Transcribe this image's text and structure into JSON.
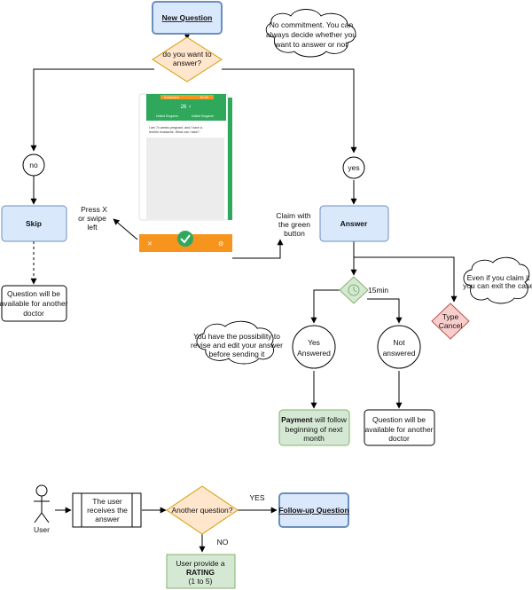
{
  "nodes": {
    "new_question": "New Question",
    "decision_answer": [
      "do you want to",
      "answer?"
    ],
    "cloud_commitment": [
      "No commitment. You can",
      "always decide whether you",
      "want to answer or not"
    ],
    "no_circle": "no",
    "yes_circle": "yes",
    "skip": "Skip",
    "answer": "Answer",
    "press_x": [
      "Press  X",
      "or swipe",
      "left"
    ],
    "claim": [
      "Claim  with",
      "the  green",
      "button"
    ],
    "skip_result": [
      "Question will be",
      "available for another",
      "doctor"
    ],
    "timer_label": "15min",
    "cloud_claim": [
      "Even if you claim it",
      "you can exit the case"
    ],
    "type_cancel": [
      "Type",
      "Cancel"
    ],
    "cloud_revise": [
      "You have the possibility to",
      "revise and edit your answer",
      "before sending it"
    ],
    "yes_answered": [
      "Yes",
      "Answered"
    ],
    "not_answered": [
      "Not",
      "answered"
    ],
    "payment": [
      "Payment",
      " will follow",
      "beginning of next",
      "month"
    ],
    "not_answered_result": [
      "Question will be",
      "available for another",
      "doctor"
    ],
    "user_actor": "User",
    "user_receives": [
      "The user",
      "receives the",
      "answer"
    ],
    "another_question": "Another question?",
    "yes_edge": "YES",
    "no_edge": "NO",
    "followup": "Follow-up Question",
    "rating": [
      "User provide a",
      "RATING",
      "(1 to 5)"
    ]
  },
  "phone": {
    "top_left": "Unclaimed",
    "top_right": "€1.00",
    "age_gender": "26 ♀",
    "location_1": "United Kingdom",
    "location_2": "United Kingdom",
    "message": [
      "I am 7x weeks pregnant, and I have a",
      "terrible headache. What can I take?"
    ],
    "close_glyph": "✕",
    "settings_glyph": "⚙"
  },
  "colors": {
    "blue_fill": "#dae8fc",
    "blue_stroke": "#6c8ebf",
    "orange_fill": "#ffe6cc",
    "orange_stroke": "#d79b00",
    "green_fill": "#d5e8d4",
    "green_stroke": "#82b366",
    "red_fill": "#f8cecc",
    "red_stroke": "#b85450",
    "phone_green": "#2fa85c",
    "phone_orange": "#f7941d"
  }
}
